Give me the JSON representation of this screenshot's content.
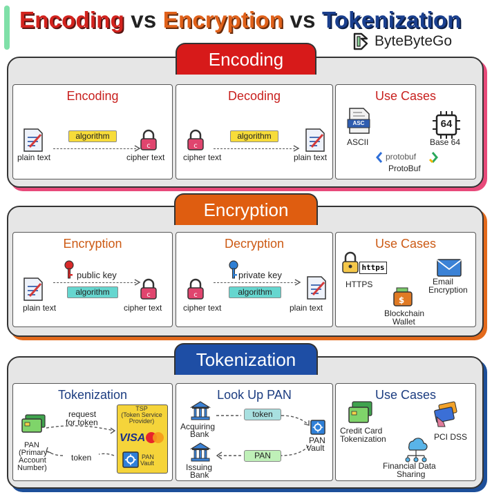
{
  "header": {
    "title_part1": "Encoding",
    "title_vs1": "vs",
    "title_part2": "Encryption",
    "title_vs2": "vs",
    "title_part3": "Tokenization",
    "brand": "ByteByteGo"
  },
  "encoding": {
    "banner": "Encoding",
    "encode_panel": {
      "title": "Encoding",
      "algorithm": "algorithm",
      "input": "plain text",
      "output": "cipher text"
    },
    "decode_panel": {
      "title": "Decoding",
      "algorithm": "algorithm",
      "input": "cipher text",
      "output": "plain text"
    },
    "use_cases": {
      "title": "Use Cases",
      "ascii_icon_text": "ASC",
      "ascii": "ASCII",
      "base64_icon_text": "64",
      "base64": "Base 64",
      "protobuf_logo_text": "protobuf",
      "protobuf": "ProtoBuf"
    }
  },
  "encryption": {
    "banner": "Encryption",
    "encrypt_panel": {
      "title": "Encryption",
      "key": "public key",
      "algorithm": "algorithm",
      "input": "plain text",
      "output": "cipher text"
    },
    "decrypt_panel": {
      "title": "Decryption",
      "key": "private key",
      "algorithm": "algorithm",
      "input": "cipher text",
      "output": "plain text"
    },
    "use_cases": {
      "title": "Use Cases",
      "https_icon_text": "https",
      "https": "HTTPS",
      "email_line1": "Email",
      "email_line2": "Encryption",
      "blockchain_line1": "Blockchain",
      "blockchain_line2": "Wallet"
    }
  },
  "tokenization": {
    "banner": "Tokenization",
    "token_panel": {
      "title": "Tokenization",
      "request_line1": "request",
      "request_line2": "for token",
      "token": "token",
      "pan_line1": "PAN",
      "pan_line2": "(Primary",
      "pan_line3": "Account",
      "pan_line4": "Number)",
      "tsp_line1": "TSP",
      "tsp_line2": "(Token Service",
      "tsp_line3": "Provider)",
      "visa": "VISA",
      "vault_line1": "PAN",
      "vault_line2": "Vault"
    },
    "lookup_panel": {
      "title": "Look Up PAN",
      "token": "token",
      "pan": "PAN",
      "acquiring_line1": "Acquiring",
      "acquiring_line2": "Bank",
      "issuing_line1": "Issuing",
      "issuing_line2": "Bank",
      "vault_line1": "PAN",
      "vault_line2": "Vault"
    },
    "use_cases": {
      "title": "Use Cases",
      "cc_line1": "Credit Card",
      "cc_line2": "Tokenization",
      "pci": "PCI DSS",
      "fin_line1": "Financial Data",
      "fin_line2": "Sharing"
    }
  }
}
